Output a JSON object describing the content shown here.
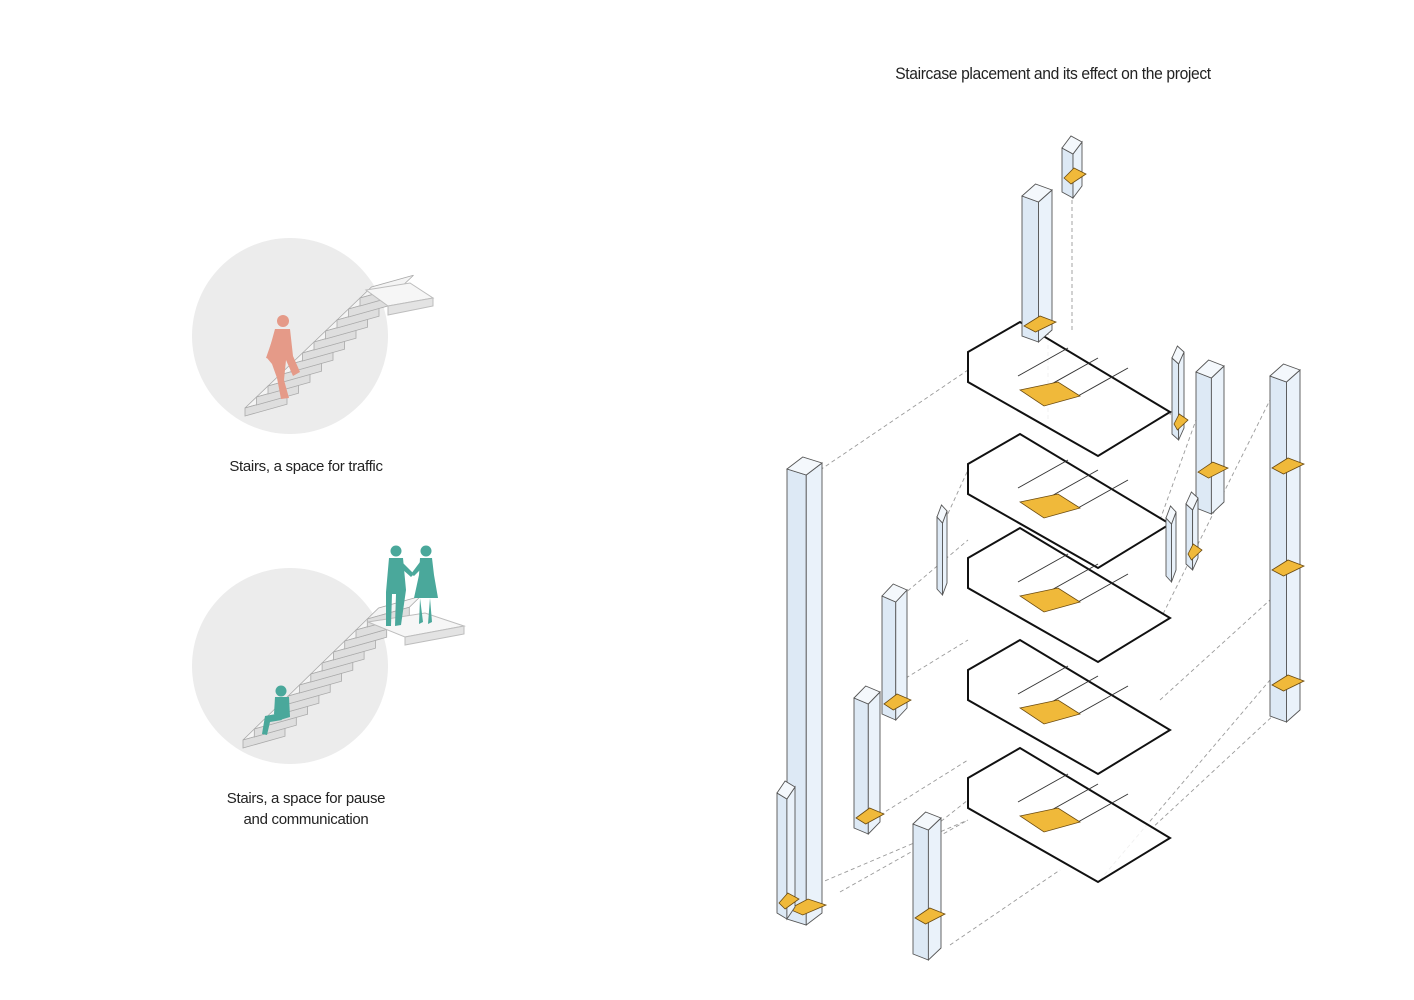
{
  "title": "Staircase placement and its effect on the project",
  "illustrations": [
    {
      "caption": "Stairs, a space for traffic"
    },
    {
      "caption_line1": "Stairs, a space for pause",
      "caption_line2": "and communication"
    }
  ],
  "colors": {
    "circle": "#ececec",
    "traffic_person": "#e59a88",
    "pause_people": "#4aa89b",
    "shaft_fill": "#dde9f5",
    "stair_accent": "#f0b93a",
    "dashed_line": "#9a9a9a"
  }
}
